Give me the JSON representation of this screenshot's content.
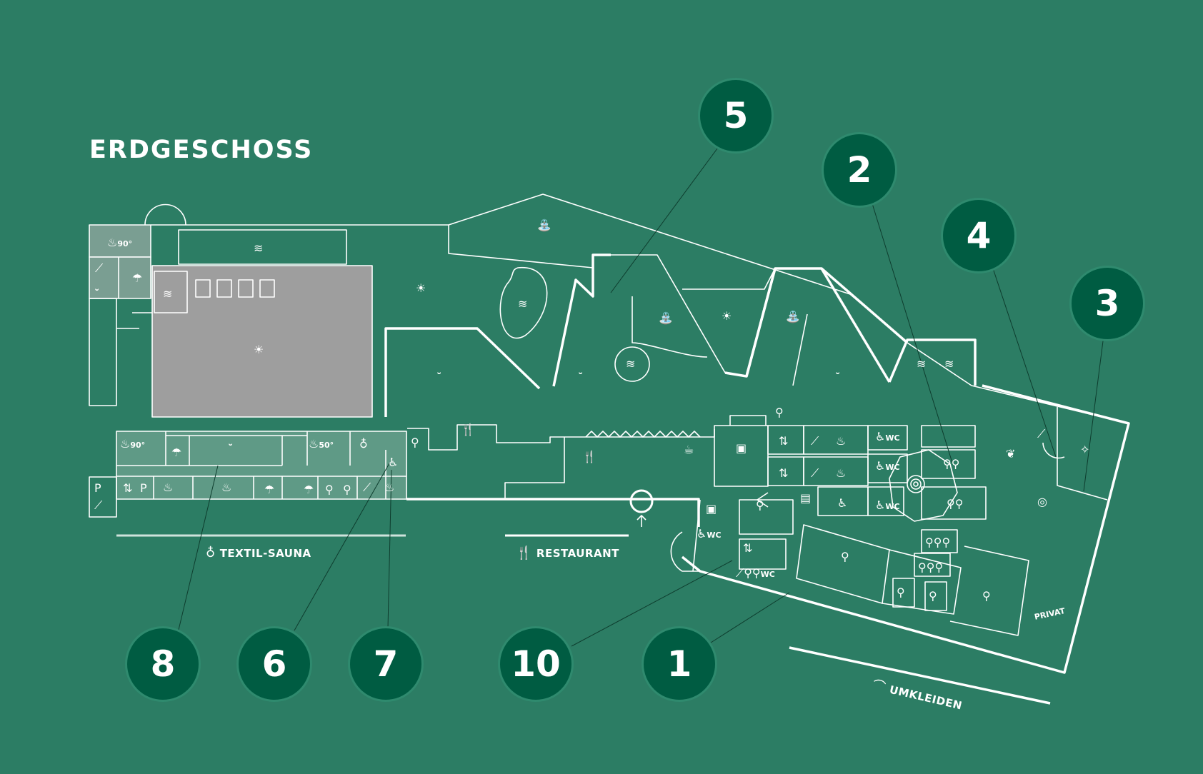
{
  "floor_title": "ERDGESCHOSS",
  "colors": {
    "background": "#2c7d64",
    "marker": "#005c42",
    "line": "#ffffff",
    "pool_area": "#9e9e9e"
  },
  "zones": {
    "textil_sauna": "TEXTIL-SAUNA",
    "restaurant": "RESTAURANT",
    "umkleiden": "UMKLEIDEN"
  },
  "room_labels": {
    "privat": "PRIVAT",
    "wc": "WC",
    "parking": "P",
    "temp_90": "90°",
    "temp_50": "50°"
  },
  "markers": [
    {
      "id": "1",
      "label": "1"
    },
    {
      "id": "2",
      "label": "2"
    },
    {
      "id": "3",
      "label": "3"
    },
    {
      "id": "4",
      "label": "4"
    },
    {
      "id": "5",
      "label": "5"
    },
    {
      "id": "6",
      "label": "6"
    },
    {
      "id": "7",
      "label": "7"
    },
    {
      "id": "8",
      "label": "8"
    },
    {
      "id": "10",
      "label": "10"
    }
  ],
  "icons": [
    "sauna-icon",
    "pool-icon",
    "fountain-icon",
    "lounger-icon",
    "restaurant-icon",
    "shower-icon",
    "stairs-icon",
    "elevator-icon",
    "wc-icon",
    "wheelchair-icon",
    "shop-icon",
    "massage-icon",
    "hanger-icon",
    "whirlpool-icon"
  ]
}
